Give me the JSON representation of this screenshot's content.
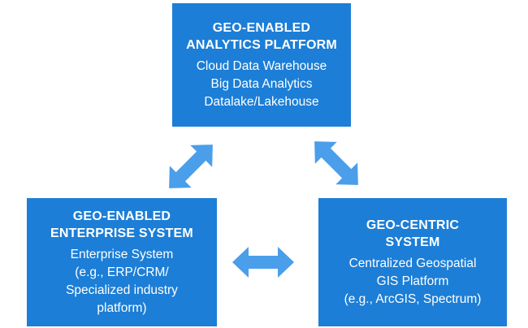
{
  "colors": {
    "box_fill": "#1c7ed6",
    "arrow_fill": "#4a9eea",
    "text": "#ffffff"
  },
  "boxes": {
    "analytics": {
      "title": "GEO-ENABLED\nANALYTICS PLATFORM",
      "lines": [
        "Cloud Data Warehouse",
        "Big Data Analytics",
        "Datalake/Lakehouse"
      ]
    },
    "enterprise": {
      "title": "GEO-ENABLED\nENTERPRISE SYSTEM",
      "lines": [
        "Enterprise System",
        "(e.g., ERP/CRM/",
        "Specialized industry",
        "platform)"
      ]
    },
    "geocentric": {
      "title": "GEO-CENTRIC\nSYSTEM",
      "lines": [
        "Centralized Geospatial",
        "GIS Platform",
        "(e.g., ArcGIS, Spectrum)"
      ]
    }
  },
  "arrows": [
    {
      "name": "arrow-analytics-enterprise-icon",
      "shape": "double-arrow"
    },
    {
      "name": "arrow-analytics-geocentric-icon",
      "shape": "double-arrow"
    },
    {
      "name": "arrow-enterprise-geocentric-icon",
      "shape": "double-arrow"
    }
  ]
}
